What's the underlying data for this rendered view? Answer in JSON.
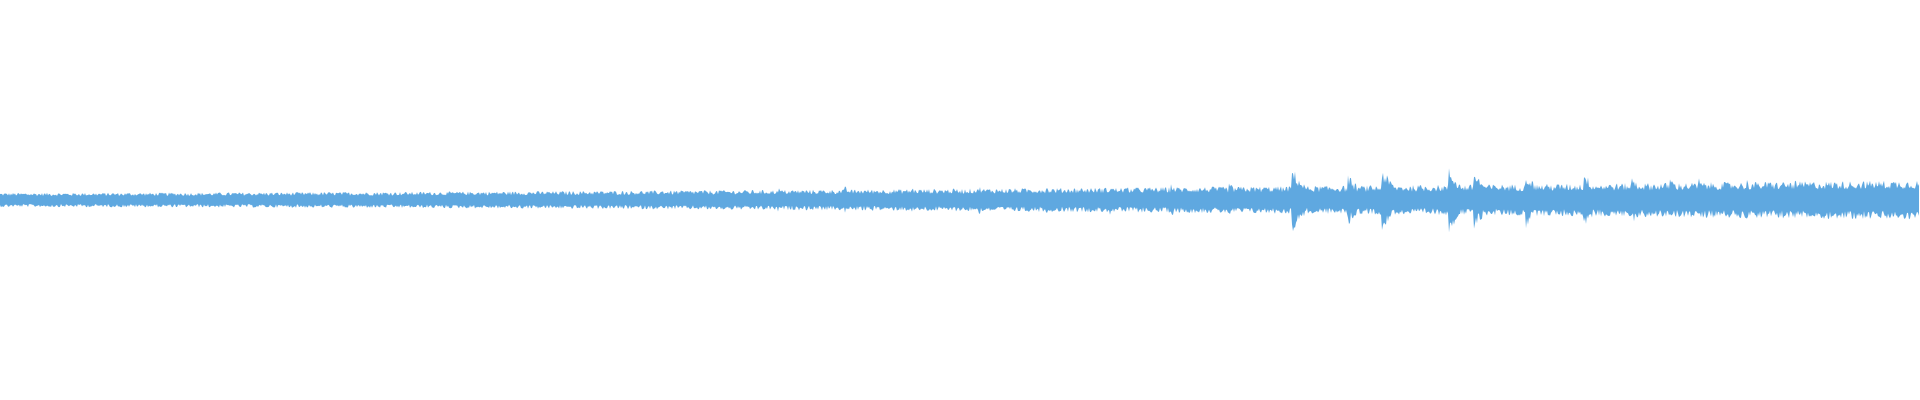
{
  "waveform": {
    "color": "#5fa8e0",
    "background": "#ffffff",
    "baseline_fraction": 0.5,
    "envelope_start_amplitude": 0.018,
    "envelope_end_amplitude": 0.05,
    "transients": [
      {
        "t": 0.28,
        "amp": 0.022
      },
      {
        "t": 0.31,
        "amp": 0.024
      },
      {
        "t": 0.345,
        "amp": 0.028
      },
      {
        "t": 0.375,
        "amp": 0.03
      },
      {
        "t": 0.405,
        "amp": 0.034
      },
      {
        "t": 0.44,
        "amp": 0.036
      },
      {
        "t": 0.475,
        "amp": 0.034
      },
      {
        "t": 0.51,
        "amp": 0.038
      },
      {
        "t": 0.545,
        "amp": 0.036
      },
      {
        "t": 0.578,
        "amp": 0.04
      },
      {
        "t": 0.61,
        "amp": 0.044
      },
      {
        "t": 0.64,
        "amp": 0.046
      },
      {
        "t": 0.673,
        "amp": 0.09
      },
      {
        "t": 0.702,
        "amp": 0.07
      },
      {
        "t": 0.72,
        "amp": 0.086
      },
      {
        "t": 0.755,
        "amp": 0.085
      },
      {
        "t": 0.768,
        "amp": 0.08
      },
      {
        "t": 0.795,
        "amp": 0.075
      },
      {
        "t": 0.825,
        "amp": 0.078
      },
      {
        "t": 0.85,
        "amp": 0.066
      },
      {
        "t": 0.87,
        "amp": 0.062
      },
      {
        "t": 0.885,
        "amp": 0.058
      },
      {
        "t": 0.91,
        "amp": 0.055
      },
      {
        "t": 0.935,
        "amp": 0.052
      },
      {
        "t": 0.96,
        "amp": 0.05
      },
      {
        "t": 0.975,
        "amp": 0.048
      },
      {
        "t": 0.995,
        "amp": 0.05
      }
    ]
  }
}
